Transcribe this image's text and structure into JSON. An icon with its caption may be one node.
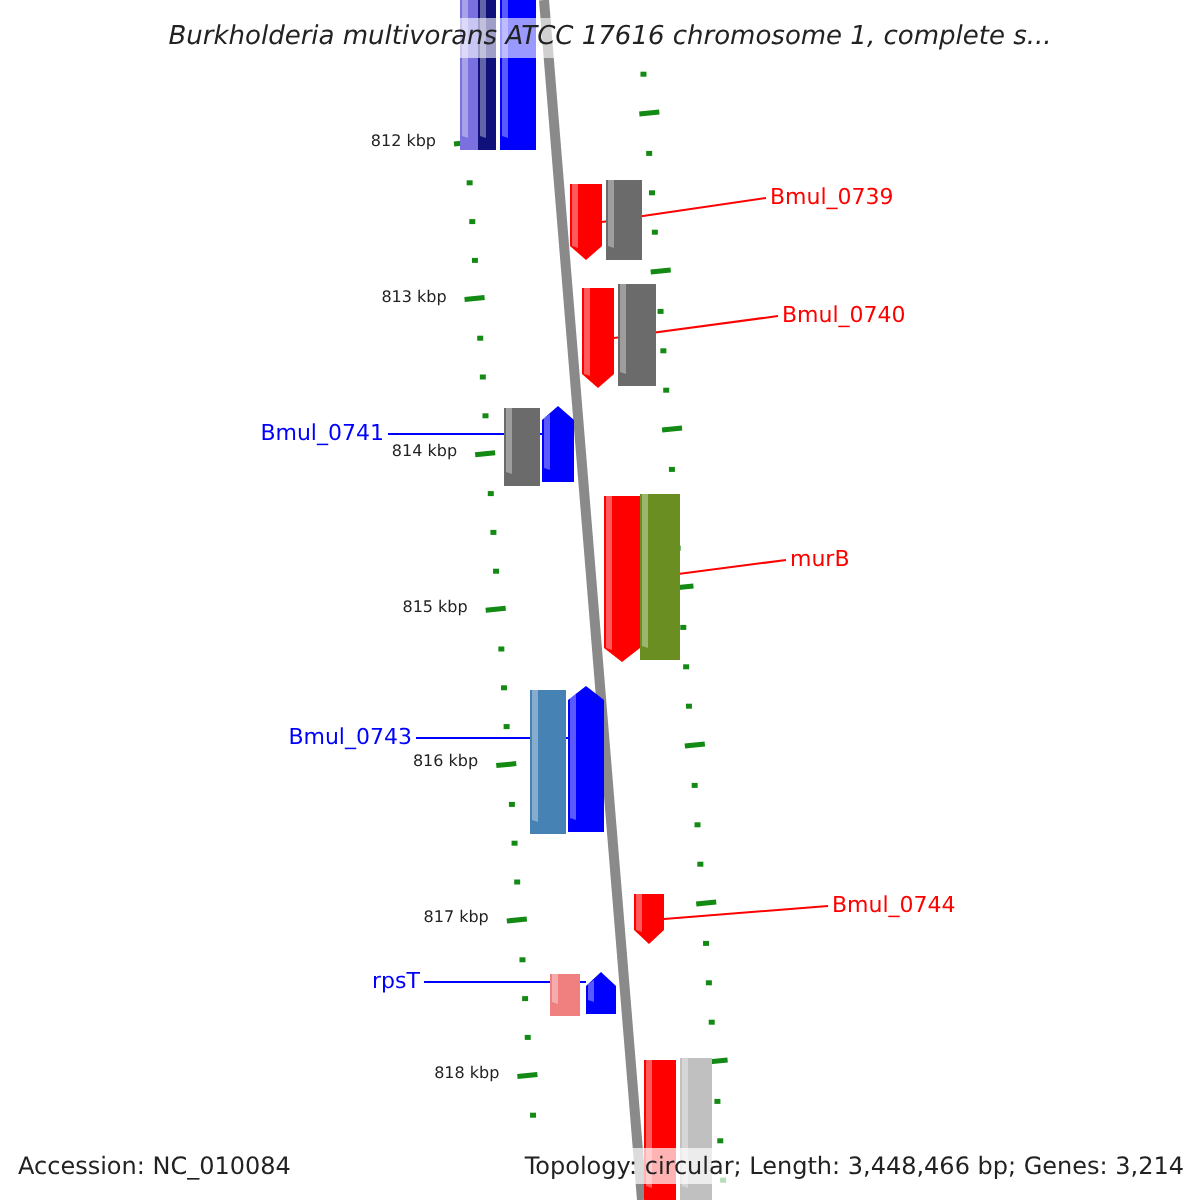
{
  "diagram": {
    "title": "Burkholderia multivorans ATCC 17616 chromosome 1, complete s...",
    "nodes": [
      {
        "text": [
          "Bmul_0739"
        ]
      },
      {
        "text": [
          "Bmul_0740"
        ]
      },
      {
        "text": [
          "Bmul_0741"
        ]
      },
      {
        "text": [
          "murB"
        ]
      },
      {
        "text": [
          "Bmul_0743"
        ]
      },
      {
        "text": [
          "Bmul_0744"
        ]
      },
      {
        "text": [
          "rpsT"
        ]
      },
      {
        "text": [],
        "shape": "bar"
      },
      {
        "text": [],
        "shape": "bar"
      },
      {
        "text": [],
        "shape": "bar"
      },
      {
        "text": [],
        "shape": "bar"
      },
      {
        "text": [],
        "shape": "bar"
      },
      {
        "text": [],
        "shape": "bar"
      },
      {
        "text": [],
        "shape": "bar"
      },
      {
        "text": [],
        "shape": "bar"
      },
      {
        "text": [],
        "shape": "bar"
      },
      {
        "text": [],
        "shape": "bar"
      },
      {
        "text": [],
        "shape": "bar"
      },
      {
        "text": [],
        "shape": "bar"
      },
      {
        "text": [],
        "shape": "bar"
      },
      {
        "text": [],
        "shape": "bar"
      },
      {
        "text": [],
        "shape": "bar"
      },
      {
        "text": [],
        "shape": "bar"
      },
      {
        "text": [],
        "shape": "bar"
      },
      {
        "text": [],
        "shape": "bar"
      }
    ],
    "edges": [
      {
        "from": 0,
        "to": 7,
        "arrow": "none"
      },
      {
        "from": 1,
        "to": 8,
        "arrow": "none"
      },
      {
        "from": 2,
        "to": 9,
        "arrow": "none",
        "color": "#0000ff"
      },
      {
        "from": 3,
        "to": 10,
        "arrow": "none"
      },
      {
        "from": 4,
        "to": 11,
        "arrow": "none",
        "color": "#0000ff"
      },
      {
        "from": 5,
        "to": 12,
        "arrow": "none"
      },
      {
        "from": 6,
        "to": 13,
        "arrow": "none",
        "color": "#0000ff"
      }
    ],
    "labels": [
      "812 kbp",
      "813 kbp",
      "814 kbp",
      "815 kbp",
      "816 kbp",
      "817 kbp",
      "818 kbp",
      "Accession: NC_010084",
      "Topology: circular; Length: 3,448,466 bp; Genes: 3,214"
    ]
  }
}
